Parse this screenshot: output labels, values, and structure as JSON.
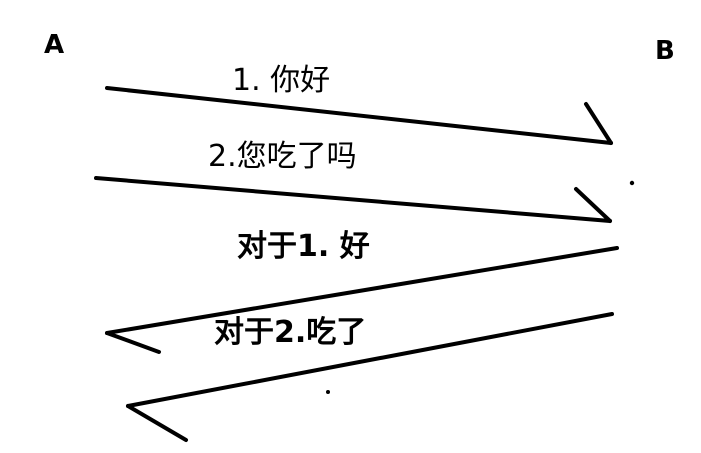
{
  "nodes": {
    "a_label": "A",
    "b_label": "B"
  },
  "messages": [
    {
      "label": "1. 你好",
      "direction": "A to B"
    },
    {
      "label": "2.您吃了吗",
      "direction": "A to B"
    },
    {
      "label": "对于1. 好",
      "direction": "B to A"
    },
    {
      "label": "对于2.吃了",
      "direction": "B to A"
    }
  ],
  "colors": {
    "ink": "#000000",
    "background": "#ffffff"
  }
}
